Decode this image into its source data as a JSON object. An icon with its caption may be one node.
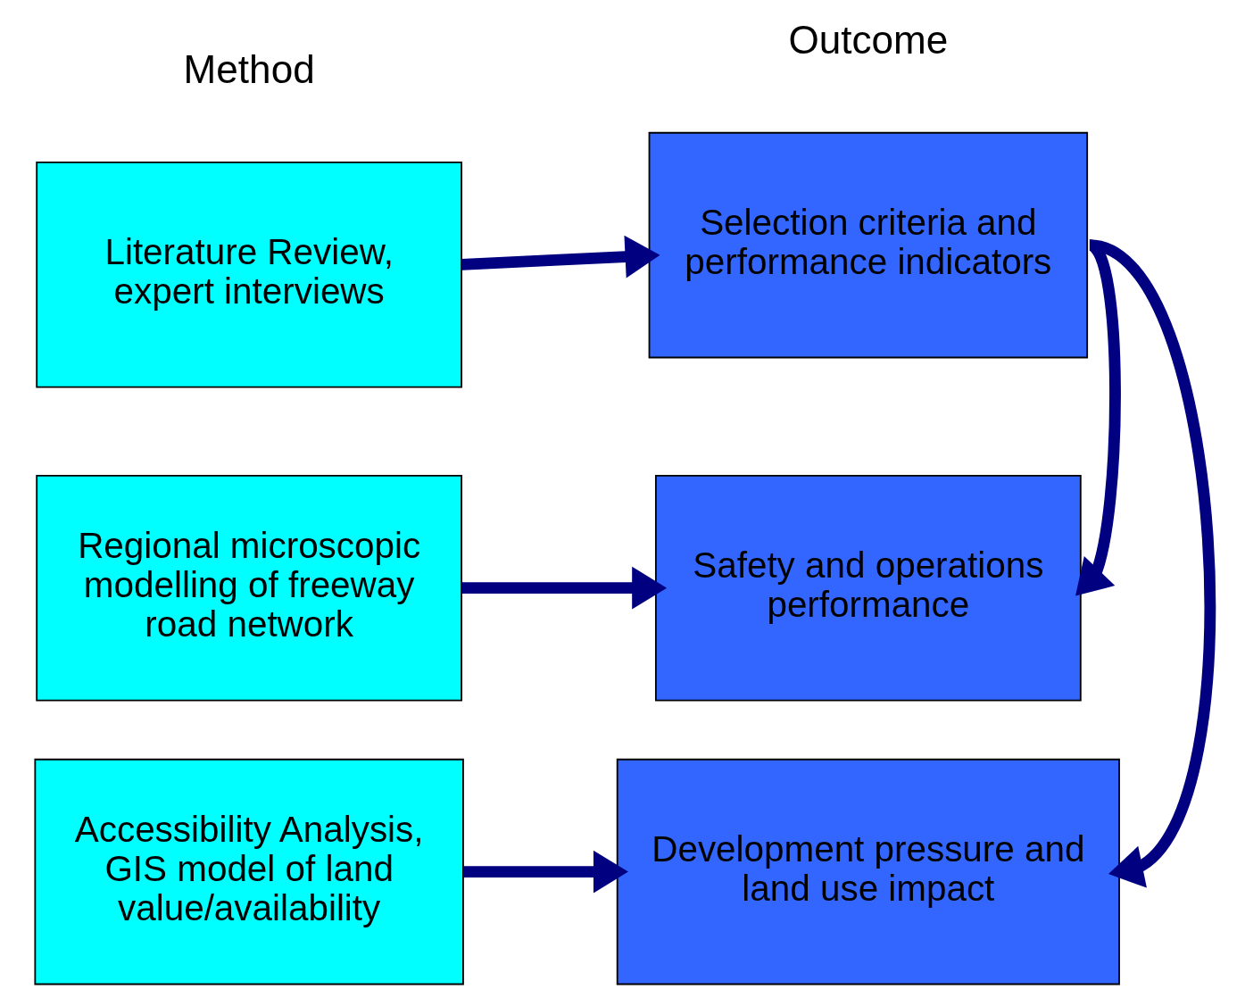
{
  "diagram": {
    "nodes": [
      {
        "text": [
          "Literature Review, expert interviews"
        ]
      },
      {
        "text": [
          "Selection criteria and performance indicators"
        ]
      },
      {
        "text": [
          "Regional microscopic modelling of freeway road network"
        ]
      },
      {
        "text": [
          "Safety and operations performance"
        ]
      },
      {
        "text": [
          "Accessibility Analysis, GIS model of land value/availability"
        ]
      },
      {
        "text": [
          "Development pressure and land use impact"
        ]
      }
    ],
    "edges": [
      {
        "from": 0,
        "to": 1,
        "arrow": "to"
      },
      {
        "from": 2,
        "to": 3,
        "arrow": "to"
      },
      {
        "from": 4,
        "to": 5,
        "arrow": "to"
      },
      {
        "from": 1,
        "to": 3,
        "arrow": "to"
      },
      {
        "from": 1,
        "to": 5,
        "arrow": "to"
      }
    ],
    "labels": [
      "Method",
      "Outcome"
    ]
  }
}
